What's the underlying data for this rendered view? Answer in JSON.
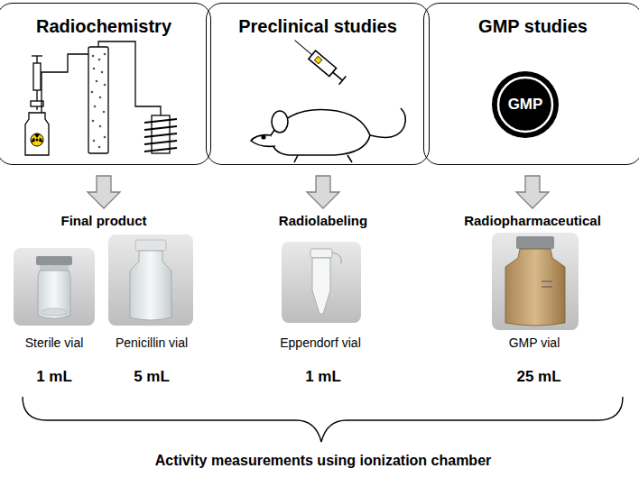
{
  "diagram": {
    "nodes": [
      {
        "text": [
          "Radiochemistry"
        ]
      },
      {
        "text": [
          "Preclinical studies"
        ]
      },
      {
        "text": [
          "GMP studies"
        ]
      },
      {
        "text": [
          "GMP"
        ],
        "in": 2
      }
    ],
    "labels": [
      "Final product",
      "Radiolabeling",
      "Radiopharmaceutical",
      "Sterile vial",
      "1 mL",
      "Penicillin vial",
      "5 mL",
      "Eppendorf vial",
      "1 mL",
      "GMP vial",
      "25 mL",
      "Activity measurements using ionization chamber"
    ]
  }
}
